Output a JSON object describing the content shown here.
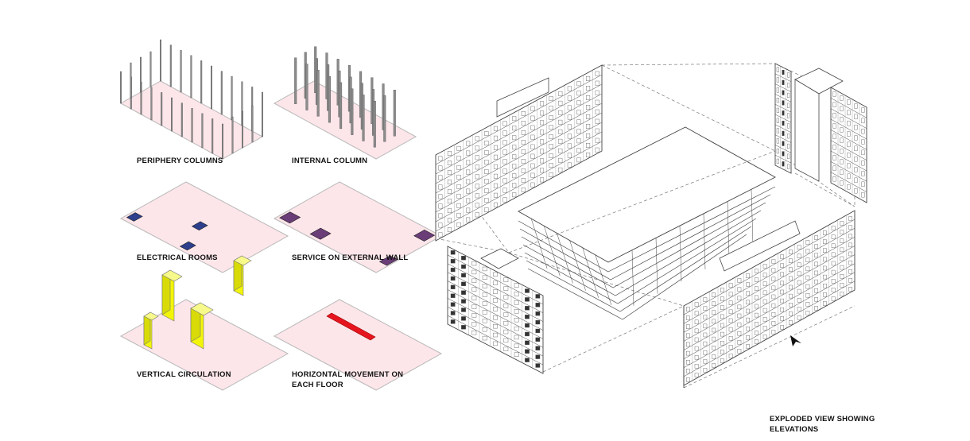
{
  "diagrams": {
    "periphery_columns": {
      "label": "PERIPHERY COLUMNS"
    },
    "internal_column": {
      "label": "INTERNAL COLUMN"
    },
    "electrical_rooms": {
      "label": "ELECTRICAL ROOMS"
    },
    "service_on_external_wall": {
      "label": "SERVICE ON EXTERNAL WALL"
    },
    "vertical_circulation": {
      "label": "VERTICAL CIRCULATION"
    },
    "horizontal_movement": {
      "label_line1": "HORIZONTAL MOVEMENT ON",
      "label_line2": "EACH FLOOR"
    }
  },
  "exploded_view": {
    "label_line1": "EXPLODED VIEW SHOWING",
    "label_line2": "ELEVATIONS"
  },
  "colors": {
    "slab_fill": "#fde6ea",
    "slab_stroke": "#b9b9b9",
    "electrical_room": "#2d3e8c",
    "service_block": "#6a3d78",
    "vertical_core": "#f2f50a",
    "horizontal_corridor": "#e6141e",
    "line_work": "#444444"
  }
}
